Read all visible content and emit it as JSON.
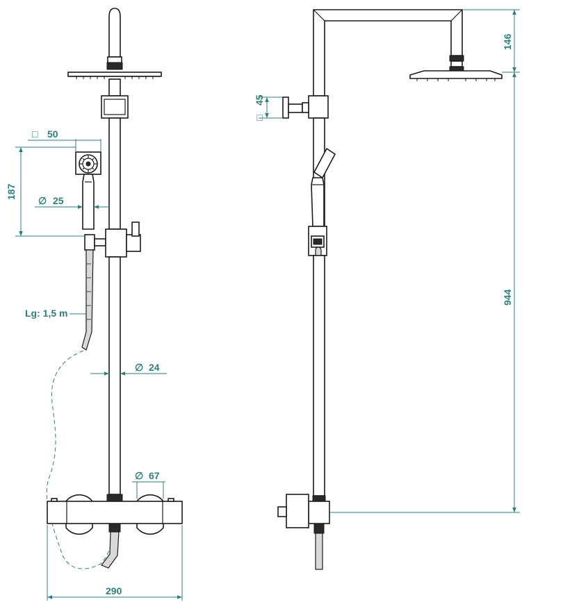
{
  "dimensions": {
    "head_square": "50",
    "handshower_length": "187",
    "handle_diameter": "25",
    "hose_length": "Lg: 1,5 m",
    "bar_diameter": "24",
    "knob_diameter": "67",
    "mixer_width": "290",
    "arm_height": "146",
    "bracket_square": "45",
    "total_height": "944"
  },
  "symbols": {
    "square": "□",
    "diameter": "∅"
  },
  "colors": {
    "dimension": "#2a7f7f",
    "line": "#1a1a1a"
  }
}
